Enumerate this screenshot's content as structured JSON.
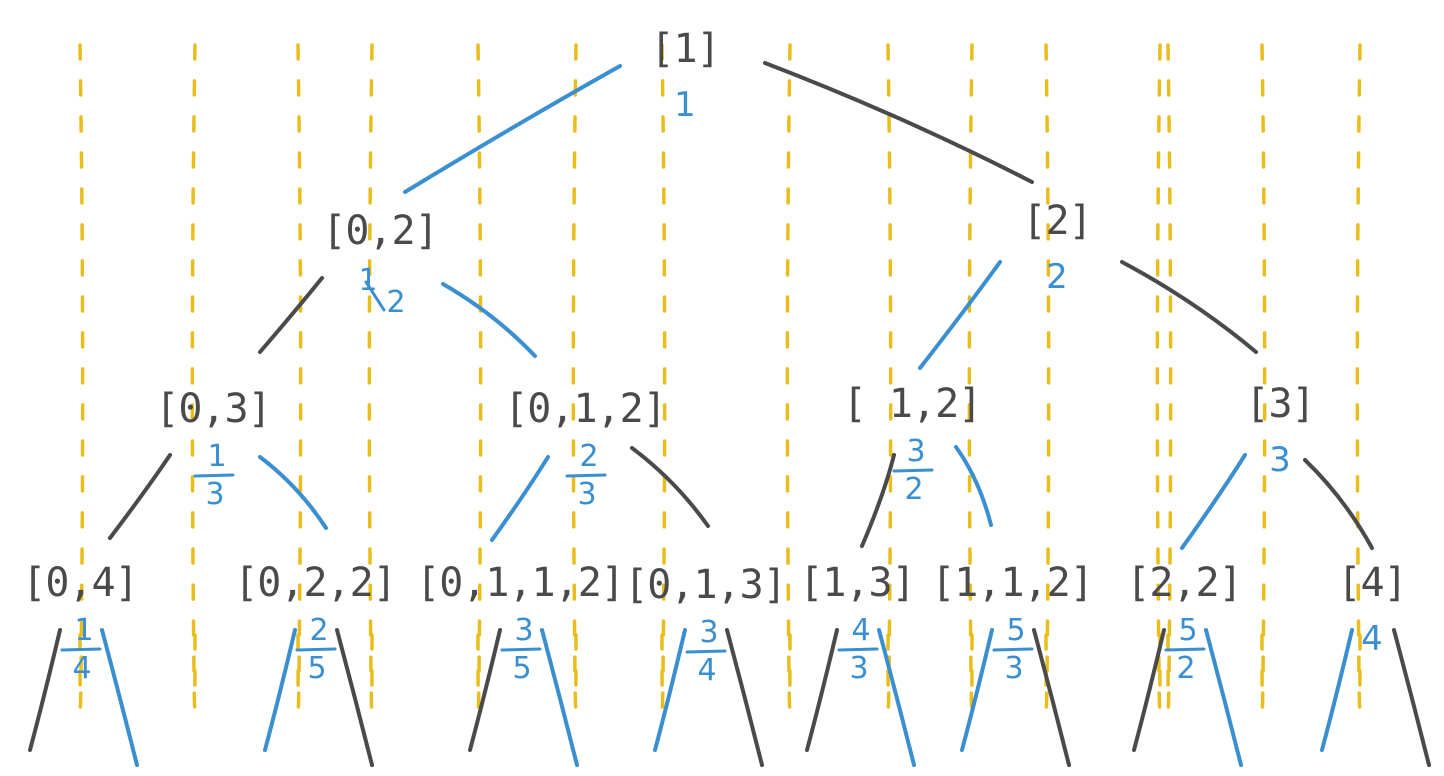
{
  "colors": {
    "guide": "#e9bd1c",
    "blue": "#3a8fd0",
    "dark": "#4a4a4a",
    "background": "#ffffff"
  },
  "nodes": [
    {
      "id": "n1",
      "label": "[1]",
      "value": {
        "num": "1"
      }
    },
    {
      "id": "n02",
      "label": "[0,2]",
      "value": {
        "num": "1",
        "den": "2",
        "slash": true
      }
    },
    {
      "id": "n2",
      "label": "[2]",
      "value": {
        "num": "2"
      }
    },
    {
      "id": "n03",
      "label": "[0,3]",
      "value": {
        "num": "1",
        "den": "3"
      }
    },
    {
      "id": "n012",
      "label": "[0,1,2]",
      "value": {
        "num": "2",
        "den": "3"
      }
    },
    {
      "id": "n12",
      "label": "[ 1,2]",
      "value": {
        "num": "3",
        "den": "2"
      }
    },
    {
      "id": "n3",
      "label": "[3]",
      "value": {
        "num": "3"
      }
    },
    {
      "id": "n04",
      "label": "[0,4]",
      "value": {
        "num": "1",
        "den": "4"
      }
    },
    {
      "id": "n022",
      "label": "[0,2,2]",
      "value": {
        "num": "2",
        "den": "5"
      }
    },
    {
      "id": "n0112",
      "label": "[0,1,1,2]",
      "value": {
        "num": "3",
        "den": "5"
      }
    },
    {
      "id": "n013",
      "label": "[0,1,3]",
      "value": {
        "num": "3",
        "den": "4"
      }
    },
    {
      "id": "n13",
      "label": "[1,3]",
      "value": {
        "num": "4",
        "den": "3"
      }
    },
    {
      "id": "n112",
      "label": "[1,1,2]",
      "value": {
        "num": "5",
        "den": "3"
      }
    },
    {
      "id": "n22",
      "label": "[2,2]",
      "value": {
        "num": "5",
        "den": "2"
      }
    },
    {
      "id": "n4",
      "label": "[4]",
      "value": {
        "num": "4"
      }
    }
  ],
  "edges": [
    {
      "from": "n1",
      "to": "n02",
      "color": "blue"
    },
    {
      "from": "n1",
      "to": "n2",
      "color": "dark"
    },
    {
      "from": "n02",
      "to": "n03",
      "color": "dark"
    },
    {
      "from": "n02",
      "to": "n012",
      "color": "blue"
    },
    {
      "from": "n2",
      "to": "n12",
      "color": "blue"
    },
    {
      "from": "n2",
      "to": "n3",
      "color": "dark"
    },
    {
      "from": "n03",
      "to": "n04",
      "color": "dark"
    },
    {
      "from": "n03",
      "to": "n022",
      "color": "blue"
    },
    {
      "from": "n012",
      "to": "n0112",
      "color": "blue"
    },
    {
      "from": "n012",
      "to": "n013",
      "color": "dark"
    },
    {
      "from": "n12",
      "to": "n13",
      "color": "dark"
    },
    {
      "from": "n12",
      "to": "n112",
      "color": "blue"
    },
    {
      "from": "n3",
      "to": "n22",
      "color": "blue"
    },
    {
      "from": "n3",
      "to": "n4",
      "color": "dark"
    }
  ],
  "leaf_stubs": [
    {
      "node": "n04",
      "left": "dark",
      "right": "blue"
    },
    {
      "node": "n022",
      "left": "blue",
      "right": "dark"
    },
    {
      "node": "n0112",
      "left": "dark",
      "right": "blue"
    },
    {
      "node": "n013",
      "left": "blue",
      "right": "dark"
    },
    {
      "node": "n13",
      "left": "dark",
      "right": "blue"
    },
    {
      "node": "n112",
      "left": "blue",
      "right": "dark"
    },
    {
      "node": "n22",
      "left": "dark",
      "right": "blue"
    },
    {
      "node": "n4",
      "left": "blue",
      "right": "dark"
    }
  ],
  "guide_lines": 15
}
